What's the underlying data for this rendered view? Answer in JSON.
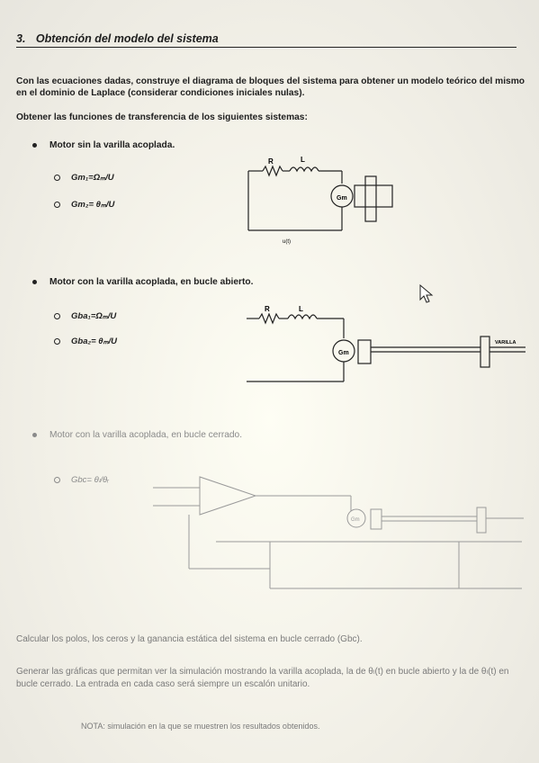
{
  "heading": {
    "number": "3.",
    "title": "Obtención del modelo del sistema"
  },
  "intro": "Con las ecuaciones dadas, construye el diagrama de bloques del sistema para obtener un modelo teórico del mismo en el dominio de Laplace (considerar condiciones iniciales nulas).",
  "instruction": "Obtener las funciones de transferencia de los siguientes sistemas:",
  "systems": [
    {
      "label": "Motor sin la varilla acoplada.",
      "items": [
        "Gm₁=Ωₘ/U",
        "Gm₂= θₘ/U"
      ],
      "diagram": {
        "R": "R",
        "L": "L",
        "motor": "Gm",
        "u": "u(t)"
      }
    },
    {
      "label": "Motor con la varilla acoplada, en bucle abierto.",
      "items": [
        "Gba₁=Ωₘ/U",
        "Gba₂= θₘ/U"
      ],
      "diagram": {
        "R": "R",
        "L": "L",
        "motor": "Gm",
        "rod": "VARILLA"
      }
    },
    {
      "label": "Motor con la varilla acoplada, en bucle cerrado.",
      "items": [
        "Gbc= θₗ/θᵣ"
      ],
      "diagram": {
        "motor": "Gm"
      }
    }
  ],
  "calc_text": "Calcular los polos, los ceros y la ganancia estática del sistema en bucle cerrado (Gbc).",
  "graph_text": "Generar las gráficas que permitan ver la simulación mostrando la varilla acoplada, la de θₗ(t) en bucle abierto y la de θₗ(t) en bucle cerrado. La entrada en cada caso será siempre un escalón unitario.",
  "footer_text": "NOTA: simulación en la que se muestren los resultados obtenidos.",
  "colors": {
    "ink": "#1e1e1e",
    "faded": "#8a8a8a",
    "paper": "#f3f1ea"
  }
}
